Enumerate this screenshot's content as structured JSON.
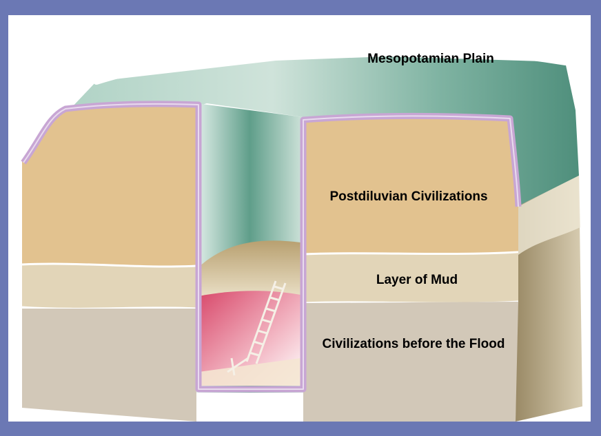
{
  "diagram": {
    "labels": {
      "plain": "Mesopotamian Plain",
      "postdiluvian": "Postdiluvian Civilizations",
      "mud": "Layer of Mud",
      "before_flood": "Civilizations before the Flood"
    },
    "colors": {
      "border": "#6b78b4",
      "surface": "#8fbcaa",
      "surface_dark": "#4f8f7c",
      "postdiluvian_layer": "#e2c28f",
      "mud_layer": "#e2d5b8",
      "pre_flood_layer": "#d2c8b8",
      "shaft_lining": "#c8a6d4",
      "pit_bottom": "#d8486a"
    }
  }
}
